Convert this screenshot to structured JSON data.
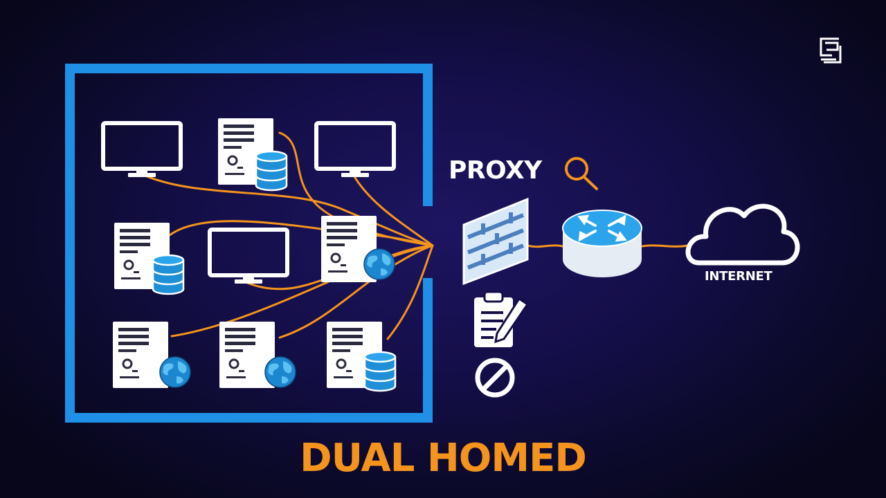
{
  "labels": {
    "proxy": "PROXY",
    "internet": "INTERNET",
    "caption": "DUAL HOMED"
  },
  "icons": {
    "logo": "cs-logo-icon",
    "search": "magnifier-icon",
    "firewall": "firewall-icon",
    "router": "router-icon",
    "cloud": "cloud-icon",
    "policy": "clipboard-pen-icon",
    "block": "no-symbol-icon"
  },
  "nodes": [
    {
      "id": "monitor-1",
      "type": "workstation"
    },
    {
      "id": "server-db-1",
      "type": "database-server"
    },
    {
      "id": "monitor-2",
      "type": "workstation"
    },
    {
      "id": "server-db-2",
      "type": "database-server"
    },
    {
      "id": "monitor-3",
      "type": "workstation"
    },
    {
      "id": "server-web-1",
      "type": "web-server"
    },
    {
      "id": "server-web-2",
      "type": "web-server"
    },
    {
      "id": "server-web-3",
      "type": "web-server"
    },
    {
      "id": "server-db-3",
      "type": "database-server"
    }
  ],
  "colors": {
    "perimeter": "#1e90e6",
    "link": "#f5941d",
    "caption": "#f5941d",
    "device": "#ffffff",
    "globe": "#2a9ee0",
    "firewall": "#d8e8f7",
    "background": "#140e48"
  }
}
